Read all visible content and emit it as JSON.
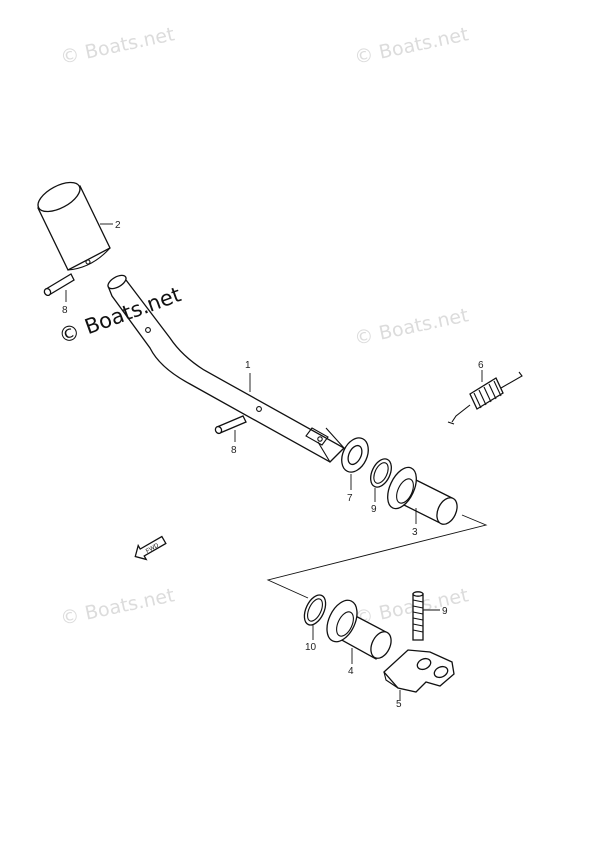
{
  "watermarks": [
    {
      "id": "wm-top-left",
      "text": "© Boats.net"
    },
    {
      "id": "wm-top-right",
      "text": "© Boats.net"
    },
    {
      "id": "wm-mid-right",
      "text": "© Boats.net"
    },
    {
      "id": "wm-bottom-left",
      "text": "© Boats.net"
    },
    {
      "id": "wm-bottom-right",
      "text": "© Boats.net"
    }
  ],
  "main_watermark": "© Boats.net",
  "direction_arrow_label": "FWD",
  "callouts": [
    {
      "id": "c2",
      "label": "2"
    },
    {
      "id": "c8a",
      "label": "8"
    },
    {
      "id": "c1",
      "label": "1"
    },
    {
      "id": "c8b",
      "label": "8"
    },
    {
      "id": "c6",
      "label": "6"
    },
    {
      "id": "c7",
      "label": "7"
    },
    {
      "id": "c9a",
      "label": "9"
    },
    {
      "id": "c3",
      "label": "3"
    },
    {
      "id": "c9b",
      "label": "9"
    },
    {
      "id": "c10",
      "label": "10"
    },
    {
      "id": "c4",
      "label": "4"
    },
    {
      "id": "c5",
      "label": "5"
    }
  ]
}
